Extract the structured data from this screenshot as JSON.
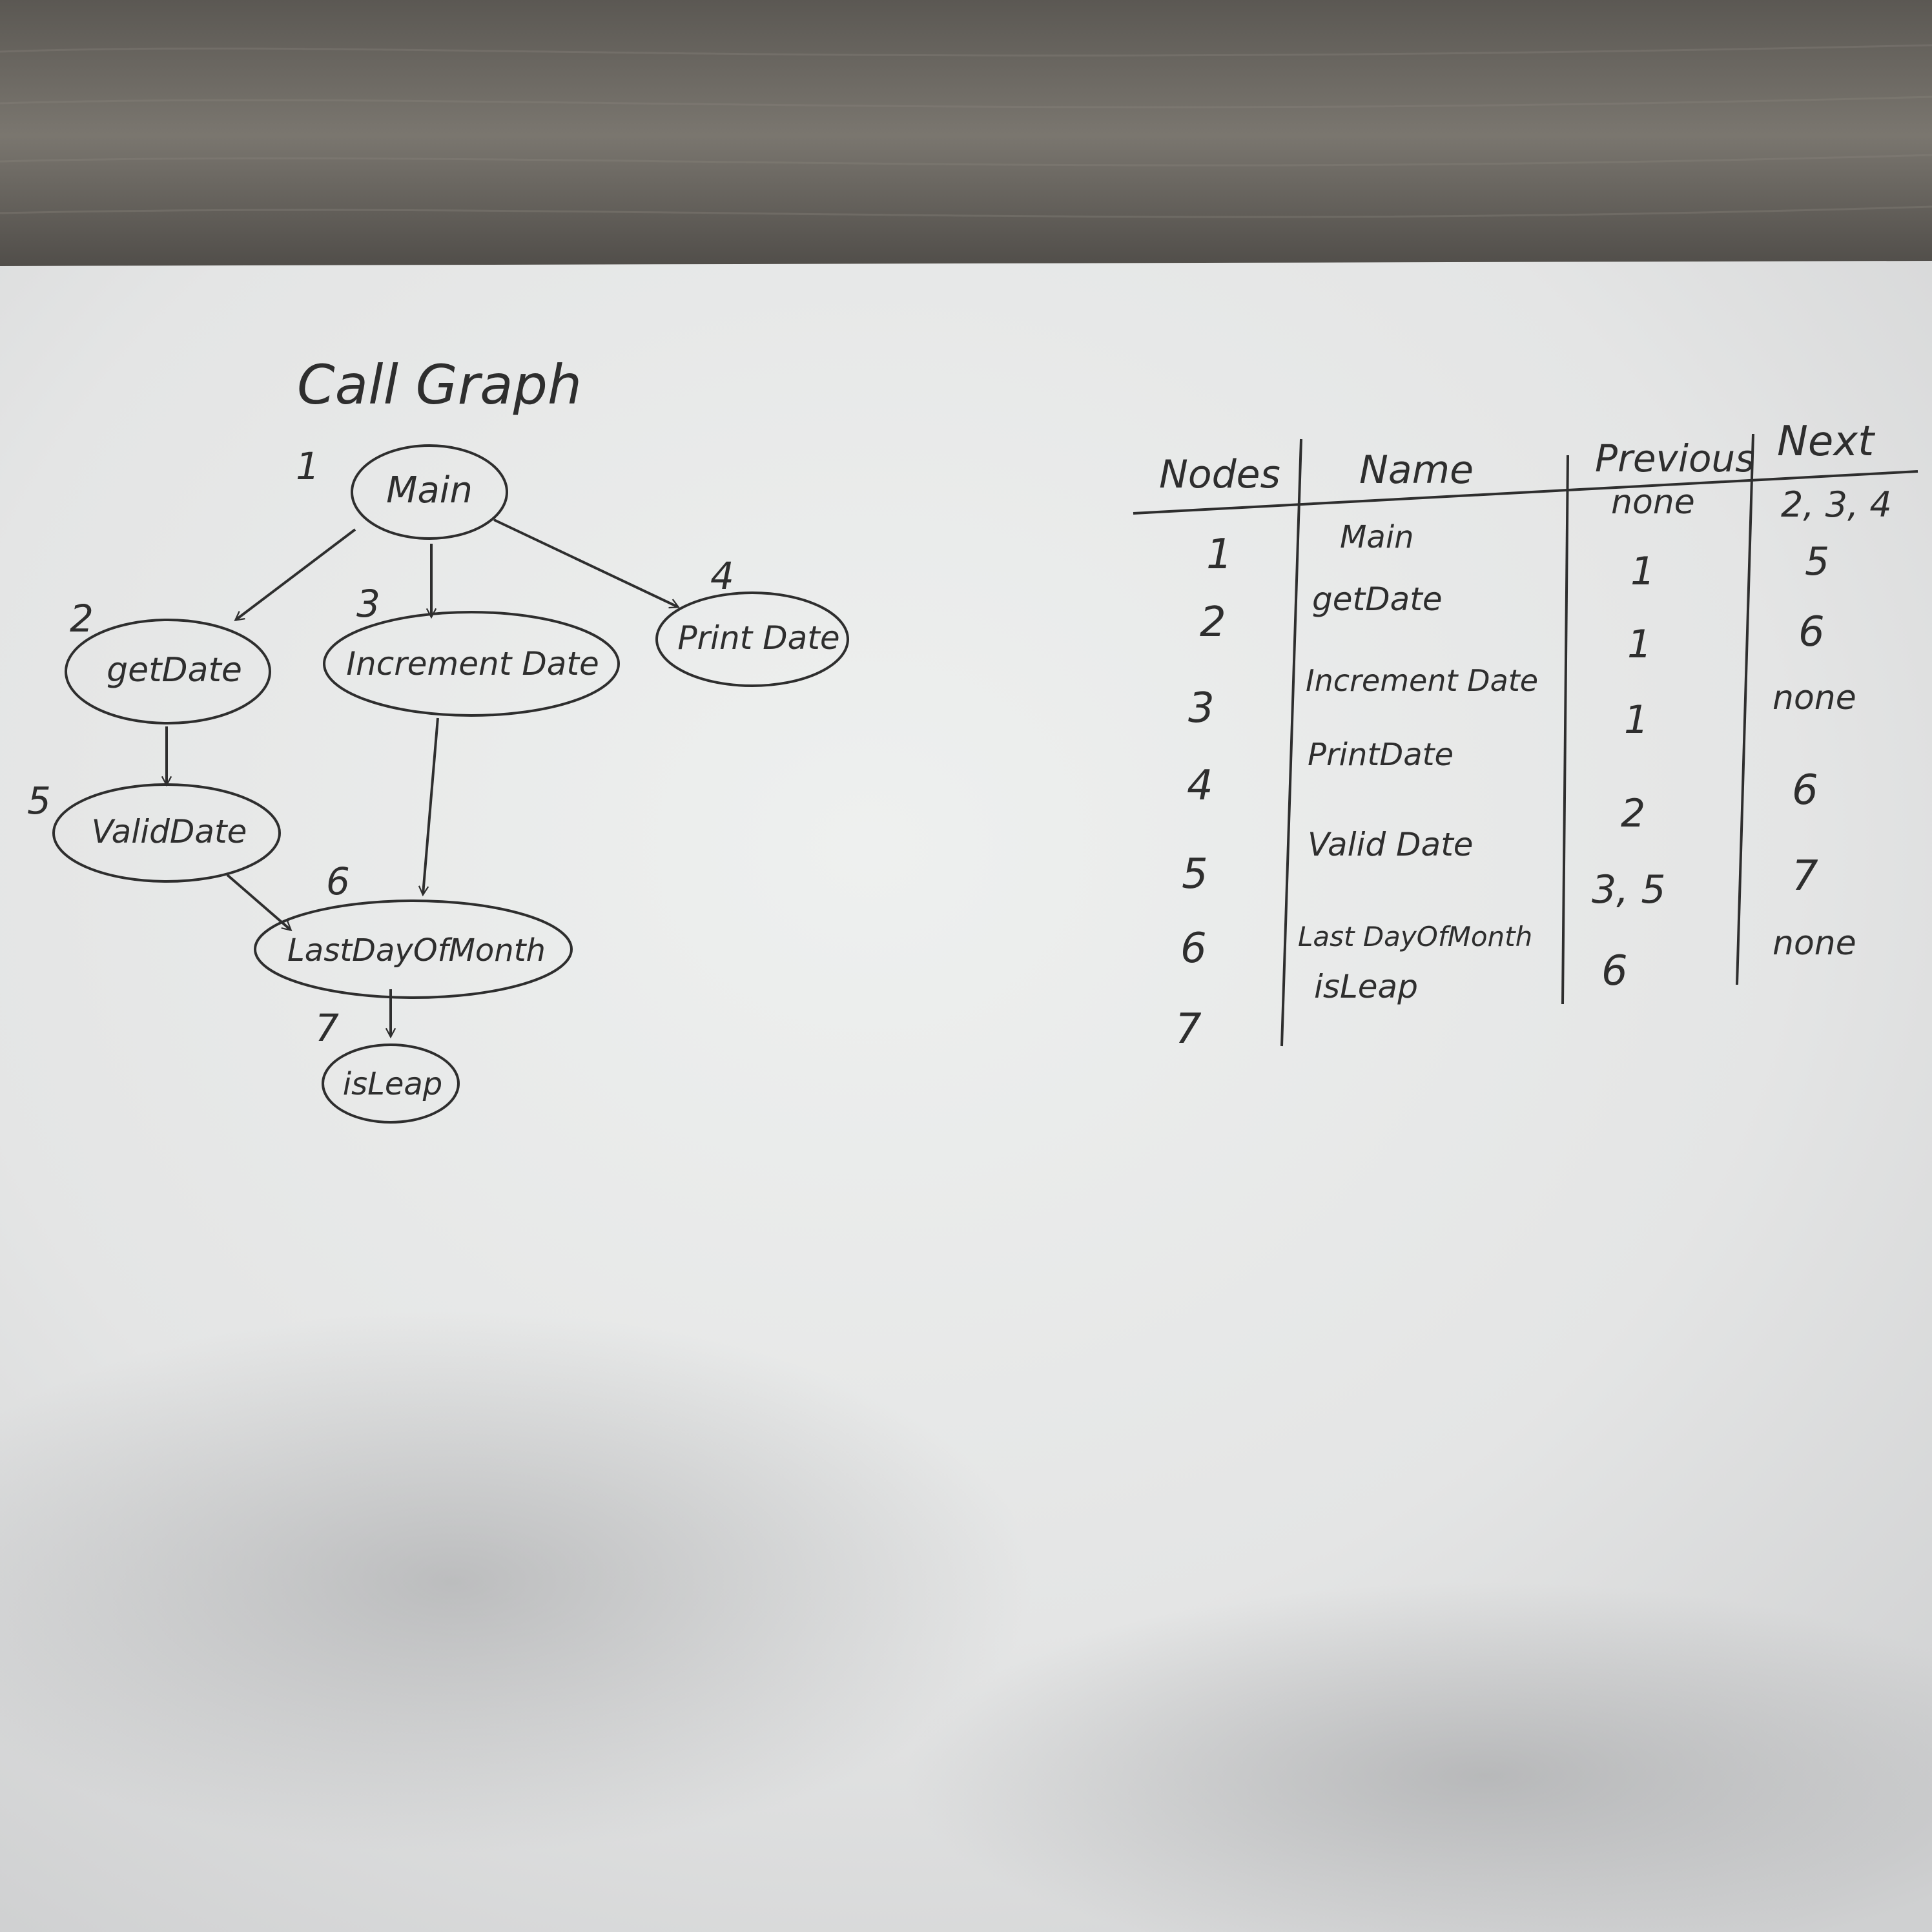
{
  "graph": {
    "title": "Call Graph",
    "nodes": [
      {
        "num": "1",
        "label": "Main"
      },
      {
        "num": "2",
        "label": "getDate"
      },
      {
        "num": "3",
        "label": "Increment Date"
      },
      {
        "num": "4",
        "label": "Print Date"
      },
      {
        "num": "5",
        "label": "ValidDate"
      },
      {
        "num": "6",
        "label": "LastDayOfMonth"
      },
      {
        "num": "7",
        "label": "isLeap"
      }
    ],
    "edges": [
      {
        "from": "1",
        "to": "2"
      },
      {
        "from": "1",
        "to": "3"
      },
      {
        "from": "1",
        "to": "4"
      },
      {
        "from": "2",
        "to": "5"
      },
      {
        "from": "3",
        "to": "6"
      },
      {
        "from": "5",
        "to": "6"
      },
      {
        "from": "6",
        "to": "7"
      }
    ]
  },
  "table": {
    "headers": {
      "nodes": "Nodes",
      "name": "Name",
      "previous": "Previous",
      "next": "Next"
    },
    "rows": [
      {
        "node": "1",
        "name": "Main",
        "previous": "none",
        "next": "2, 3, 4"
      },
      {
        "node": "2",
        "name": "getDate",
        "previous": "1",
        "next": "5"
      },
      {
        "node": "3",
        "name": "Increment Date",
        "previous": "1",
        "next": "6"
      },
      {
        "node": "4",
        "name": "PrintDate",
        "previous": "1",
        "next": "none"
      },
      {
        "node": "5",
        "name": "Valid Date",
        "previous": "2",
        "next": "6"
      },
      {
        "node": "6",
        "name": "Last DayOfMonth",
        "previous": "3, 5",
        "next": "7"
      },
      {
        "node": "7",
        "name": "isLeap",
        "previous": "6",
        "next": "none"
      }
    ]
  },
  "colors": {
    "ink": "#2e2e2e",
    "paper": "#e9eaea",
    "wood": "#6e6a64"
  }
}
